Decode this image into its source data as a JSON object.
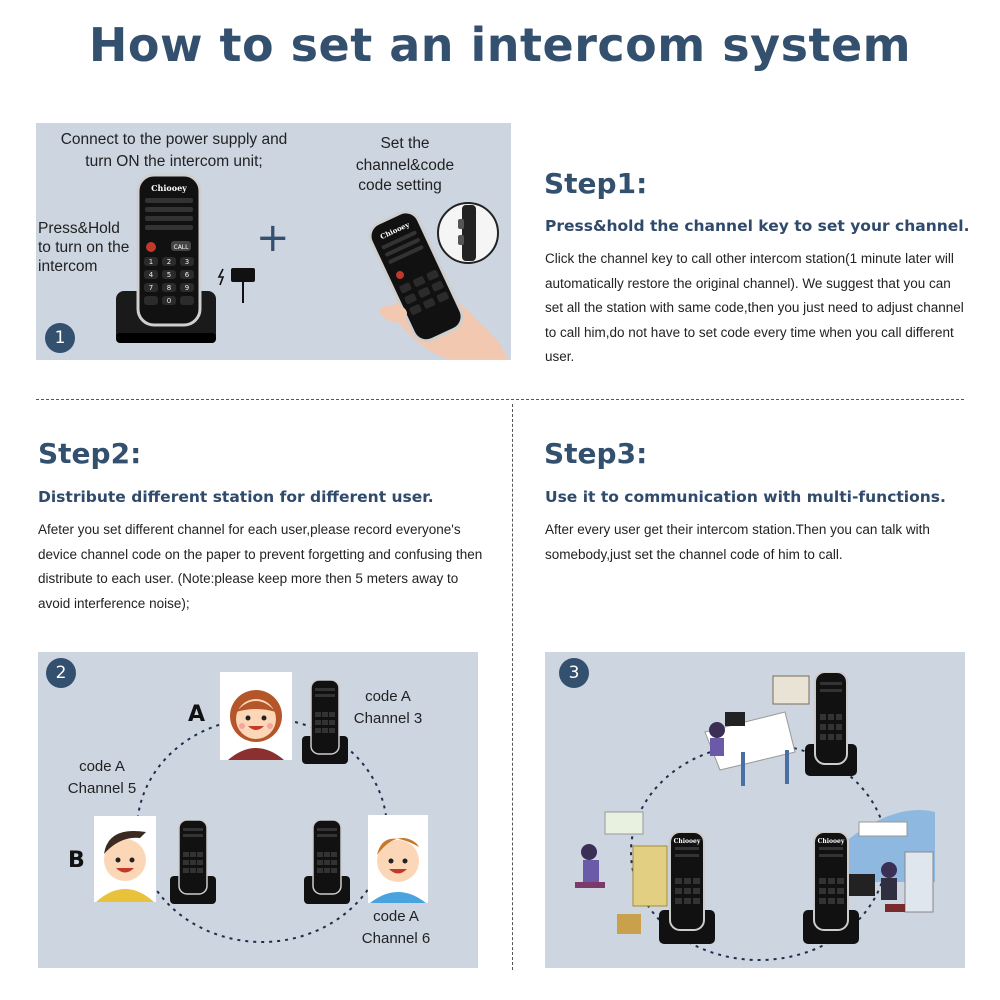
{
  "title": "How to set an intercom system",
  "step1": {
    "heading": "Step1:",
    "subheading": "Press&hold the channel key to set your channel.",
    "body": "Click the channel key to call other intercom station(1 minute later will automatically restore the original channel). We suggest that you can set all the station with same code,then you just need to adjust channel to call him,do not have to set code every time when you call different user.",
    "badge": "1",
    "caption_power": "Connect to the power supply and turn ON the intercom unit;",
    "caption_press": "Press&Hold to turn on the intercom",
    "caption_set": "Set the channel&code",
    "caption_code": "code setting",
    "plus": "+",
    "brand": "Chiooey",
    "call_key": "CALL"
  },
  "step2": {
    "heading": "Step2:",
    "subheading": "Distribute different station for different user.",
    "body": "Afeter you set different channel for each user,please record everyone's device channel code on the paper to prevent forgetting and confusing then distribute to each user. (Note:please keep more then 5 meters away to avoid interference noise);",
    "badge": "2",
    "label_a": "A",
    "label_b": "B",
    "station_top": "code A\nChannel 3",
    "station_left": "code A\nChannel 5",
    "station_right": "code A\nChannel 6"
  },
  "step3": {
    "heading": "Step3:",
    "subheading": "Use it to communication with multi-functions.",
    "body": "After every user get their intercom station.Then you can talk with somebody,just set the channel code of him to call.",
    "badge": "3",
    "brand": "Chiooey"
  },
  "colors": {
    "heading": "#34506f",
    "panel": "#cdd5e1",
    "badge": "#34506f"
  }
}
